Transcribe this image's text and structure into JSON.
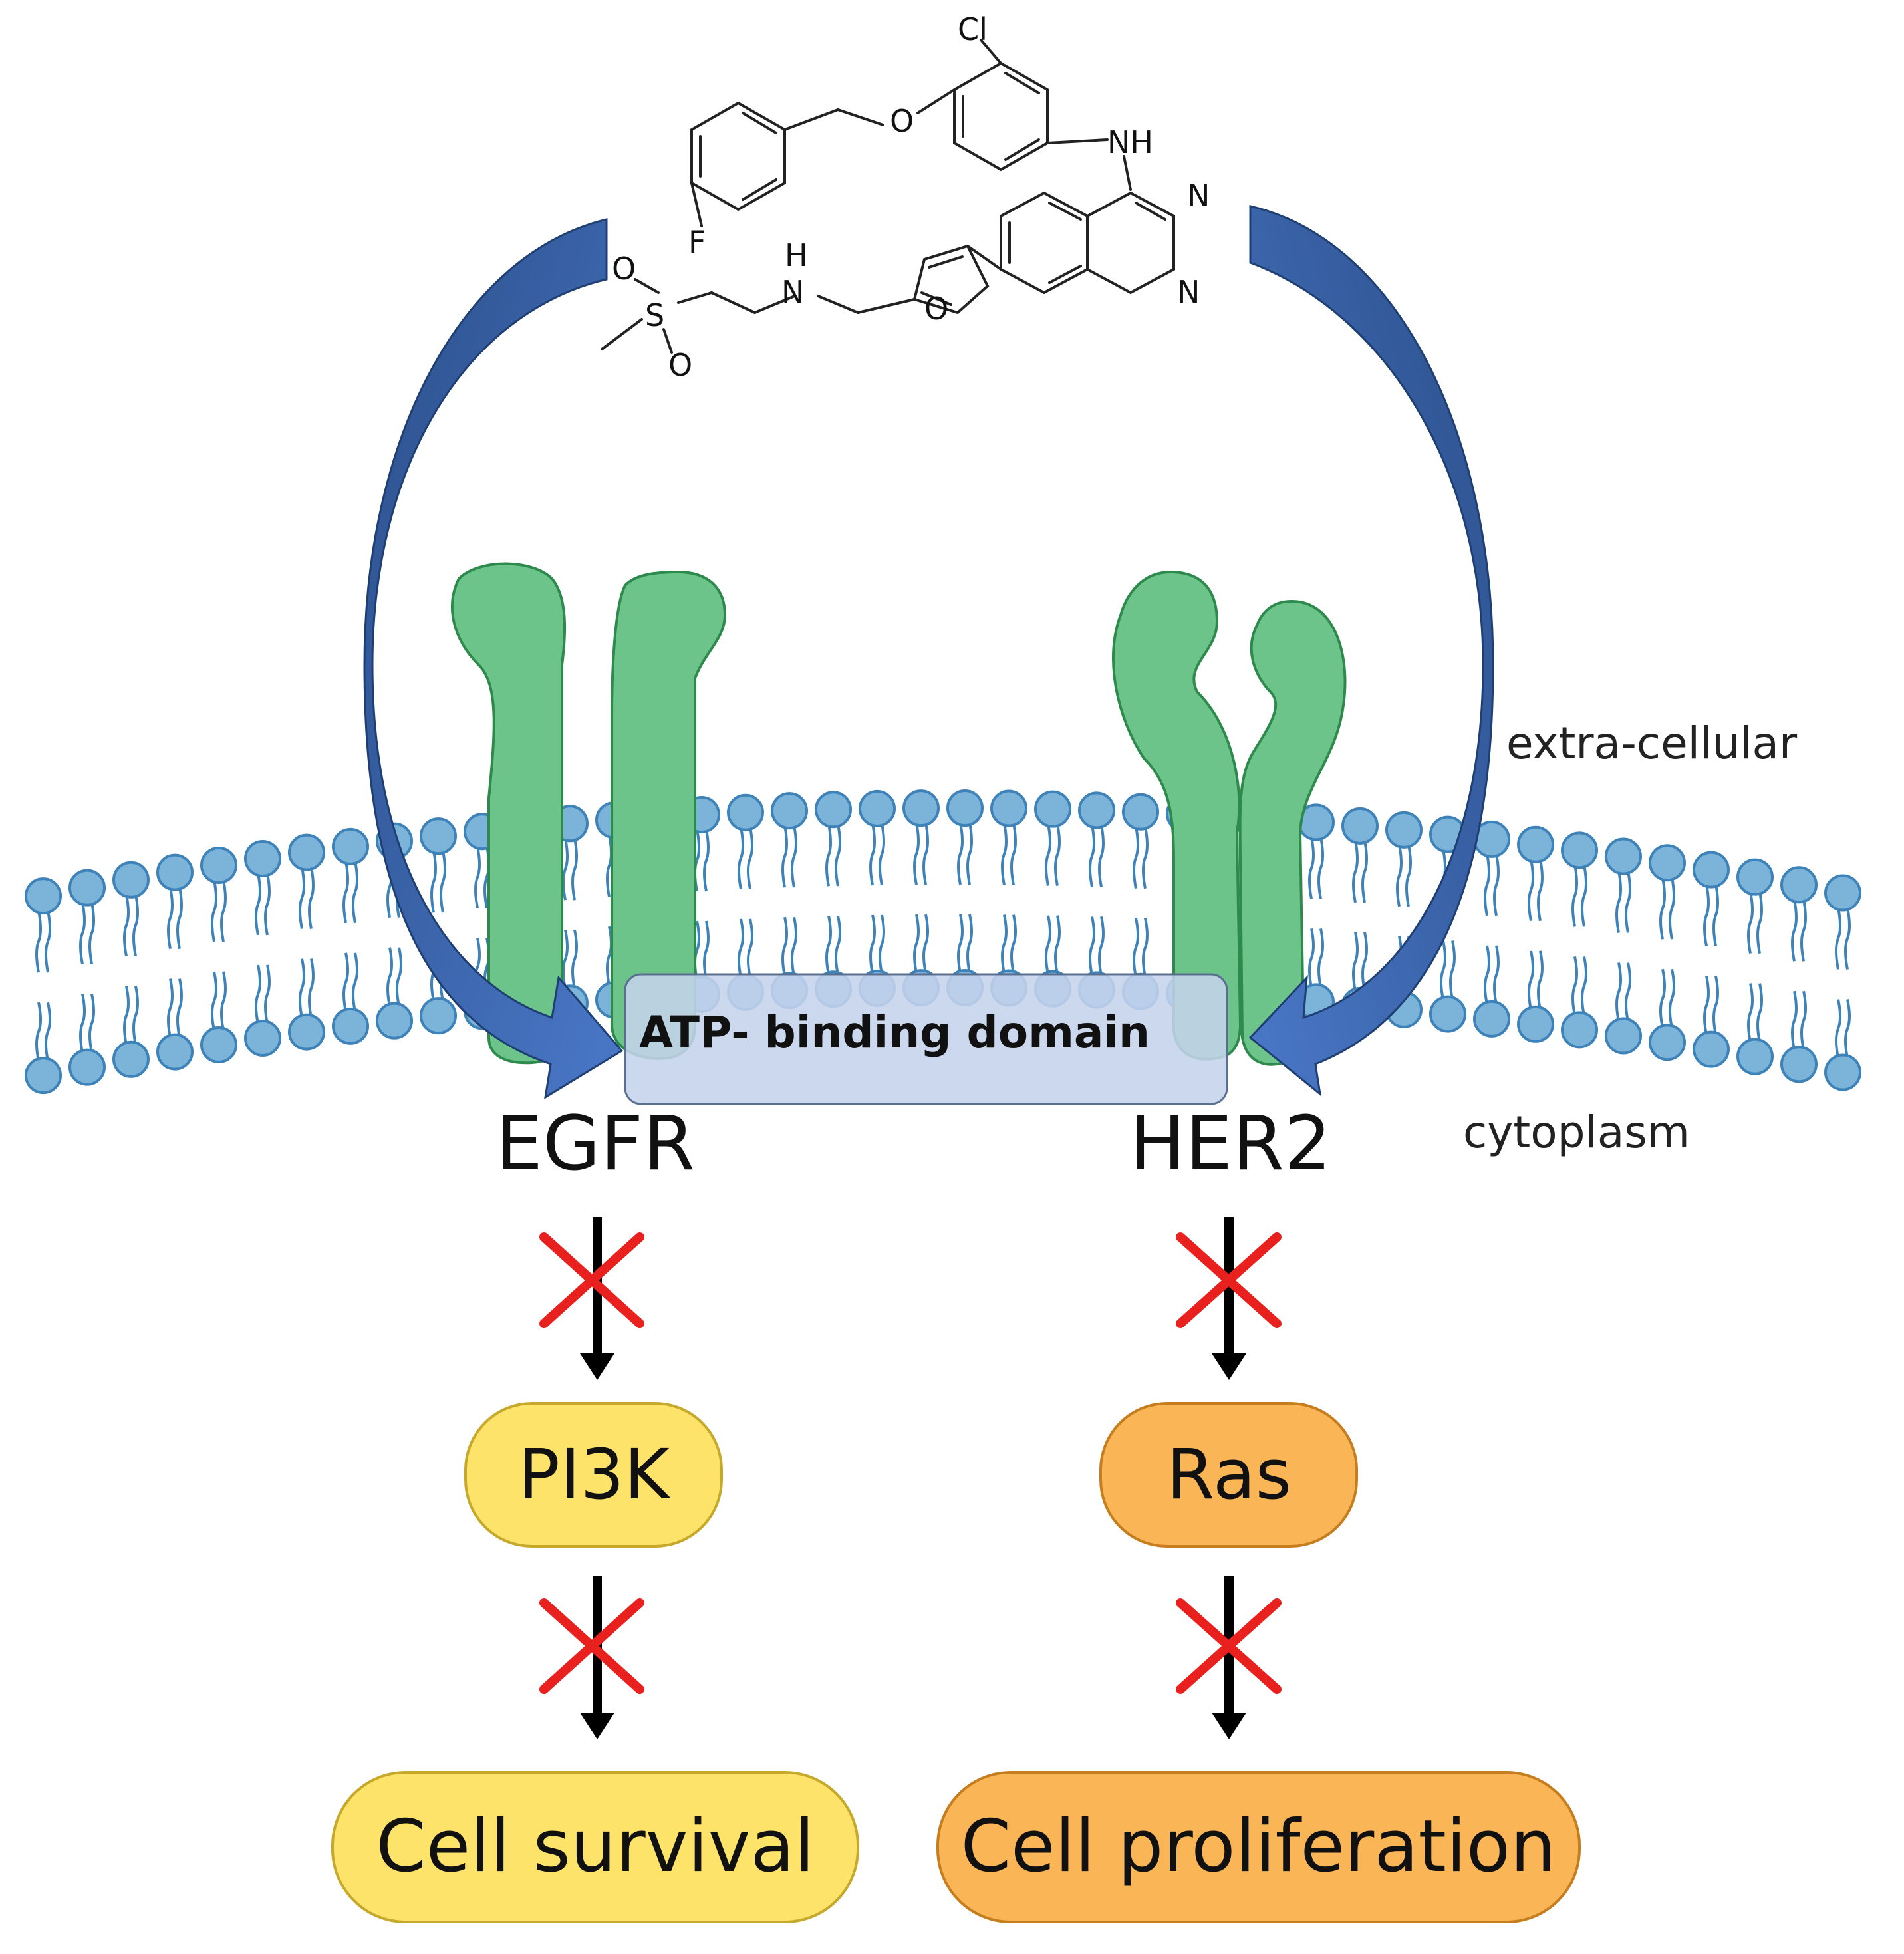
{
  "molecule": {
    "atoms": {
      "cl": "Cl",
      "o_ether": "O",
      "nh": "NH",
      "n1": "N",
      "n2": "N",
      "f": "F",
      "h": "H",
      "n_amine": "N",
      "o_furan": "O",
      "s": "S",
      "o_sulfonyl_top": "O",
      "o_sulfonyl_bottom": "O"
    }
  },
  "regions": {
    "extracellular": "extra-cellular",
    "cytoplasm": "cytoplasm"
  },
  "domain_label": "ATP- binding domain",
  "receptors": {
    "left": "EGFR",
    "right": "HER2"
  },
  "pathway": {
    "left_node": "PI3K",
    "right_node": "Ras",
    "left_outcome": "Cell survival",
    "right_outcome": "Cell proliferation"
  },
  "colors": {
    "receptor_green": "#6cc48a",
    "membrane_blue": "#7bb3d9",
    "arrow_blue": "#2f5d9e",
    "inhibit_red": "#e8201e",
    "pi3k_yellow": "#fde36a",
    "ras_orange": "#f9b556",
    "domain_box": "#c5d3ec"
  }
}
